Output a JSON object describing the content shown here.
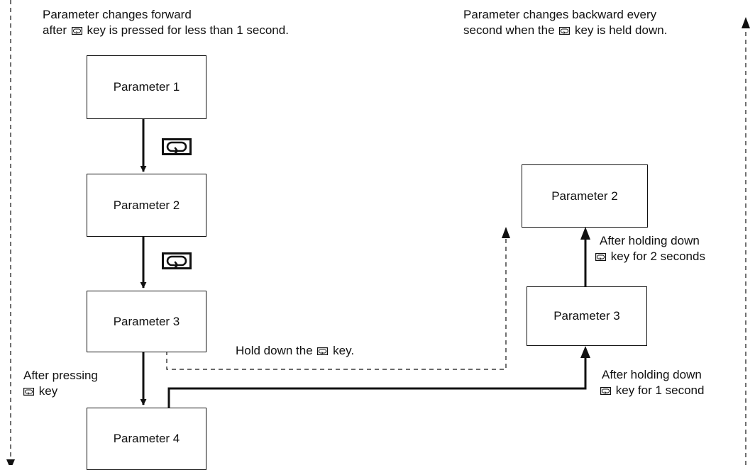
{
  "notes": {
    "forward": {
      "line1": "Parameter changes forward",
      "line2_before": "after",
      "line2_after": "key is pressed for less than 1 second."
    },
    "backward": {
      "line1": "Parameter changes backward every",
      "line2_before": "second when the",
      "line2_after": "key is held down."
    },
    "hold_down": {
      "before": "Hold down the",
      "after": "key."
    },
    "after_pressing": {
      "line1": "After pressing",
      "line2_after": "key"
    },
    "after_hold_1s": {
      "line1": "After holding down",
      "line2_after": "key for 1 second"
    },
    "after_hold_2s": {
      "line1": "After holding down",
      "line2_after": "key for 2 seconds"
    }
  },
  "left_column": {
    "p1": "Parameter 1",
    "p2": "Parameter 2",
    "p3": "Parameter 3",
    "p4": "Parameter 4"
  },
  "right_column": {
    "p3": "Parameter 3",
    "p2": "Parameter 2"
  },
  "icons": {
    "key": "mode-key-icon"
  }
}
